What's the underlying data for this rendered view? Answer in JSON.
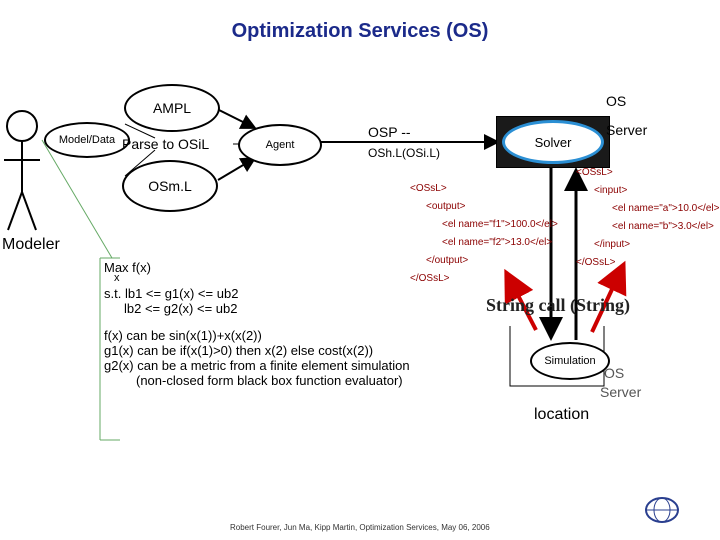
{
  "title": "Optimization Services (OS)",
  "modeler_label": "Modeler",
  "nodes": {
    "ampl": "AMPL",
    "model_data": "Model/Data",
    "parse": "Parse to OSiL",
    "osml": "OSm.L",
    "agent": "Agent",
    "solver": "Solver",
    "simulation": "Simulation"
  },
  "osp_label": "OSP --",
  "oshl_label": "OSh.L(OSi.L)",
  "os_server_top": [
    "OS",
    "Server"
  ],
  "os_server_bottom": [
    "OS",
    "Server"
  ],
  "location_label": "location",
  "string_call": "String call (String)",
  "osrl_lines": [
    "<OSsL>",
    "<output>",
    "<el name=\"f1\">100.0</el>",
    "<el name=\"f2\">13.0</el>",
    "</output>",
    "</OSsL>"
  ],
  "osil_lines": [
    "<OSsL>",
    "<input>",
    "<el name=\"a\">10.0</el>",
    "<el name=\"b\">3.0</el>",
    "</input>",
    "</OSsL>"
  ],
  "math": {
    "line1": "Max f(x)",
    "line1b": "x",
    "line2": "s.t. lb1 <= g1(x) <= ub2",
    "line3": "lb2 <= g2(x) <= ub2",
    "line4": "f(x) can be sin(x(1))+x(x(2))",
    "line5": "g1(x) can be if(x(1)>0) then x(2) else cost(x(2))",
    "line6": "g2(x) can be a metric from a finite element simulation",
    "line7": "(non-closed form black box function evaluator)"
  },
  "footer": "Robert Fourer, Jun Ma, Kipp Martin, Optimization Services, May 06, 2006",
  "colors": {
    "title": "#1b2a8a",
    "xml": "#8b0000",
    "arrow_red": "#cc0000",
    "green": "#66aa66"
  }
}
